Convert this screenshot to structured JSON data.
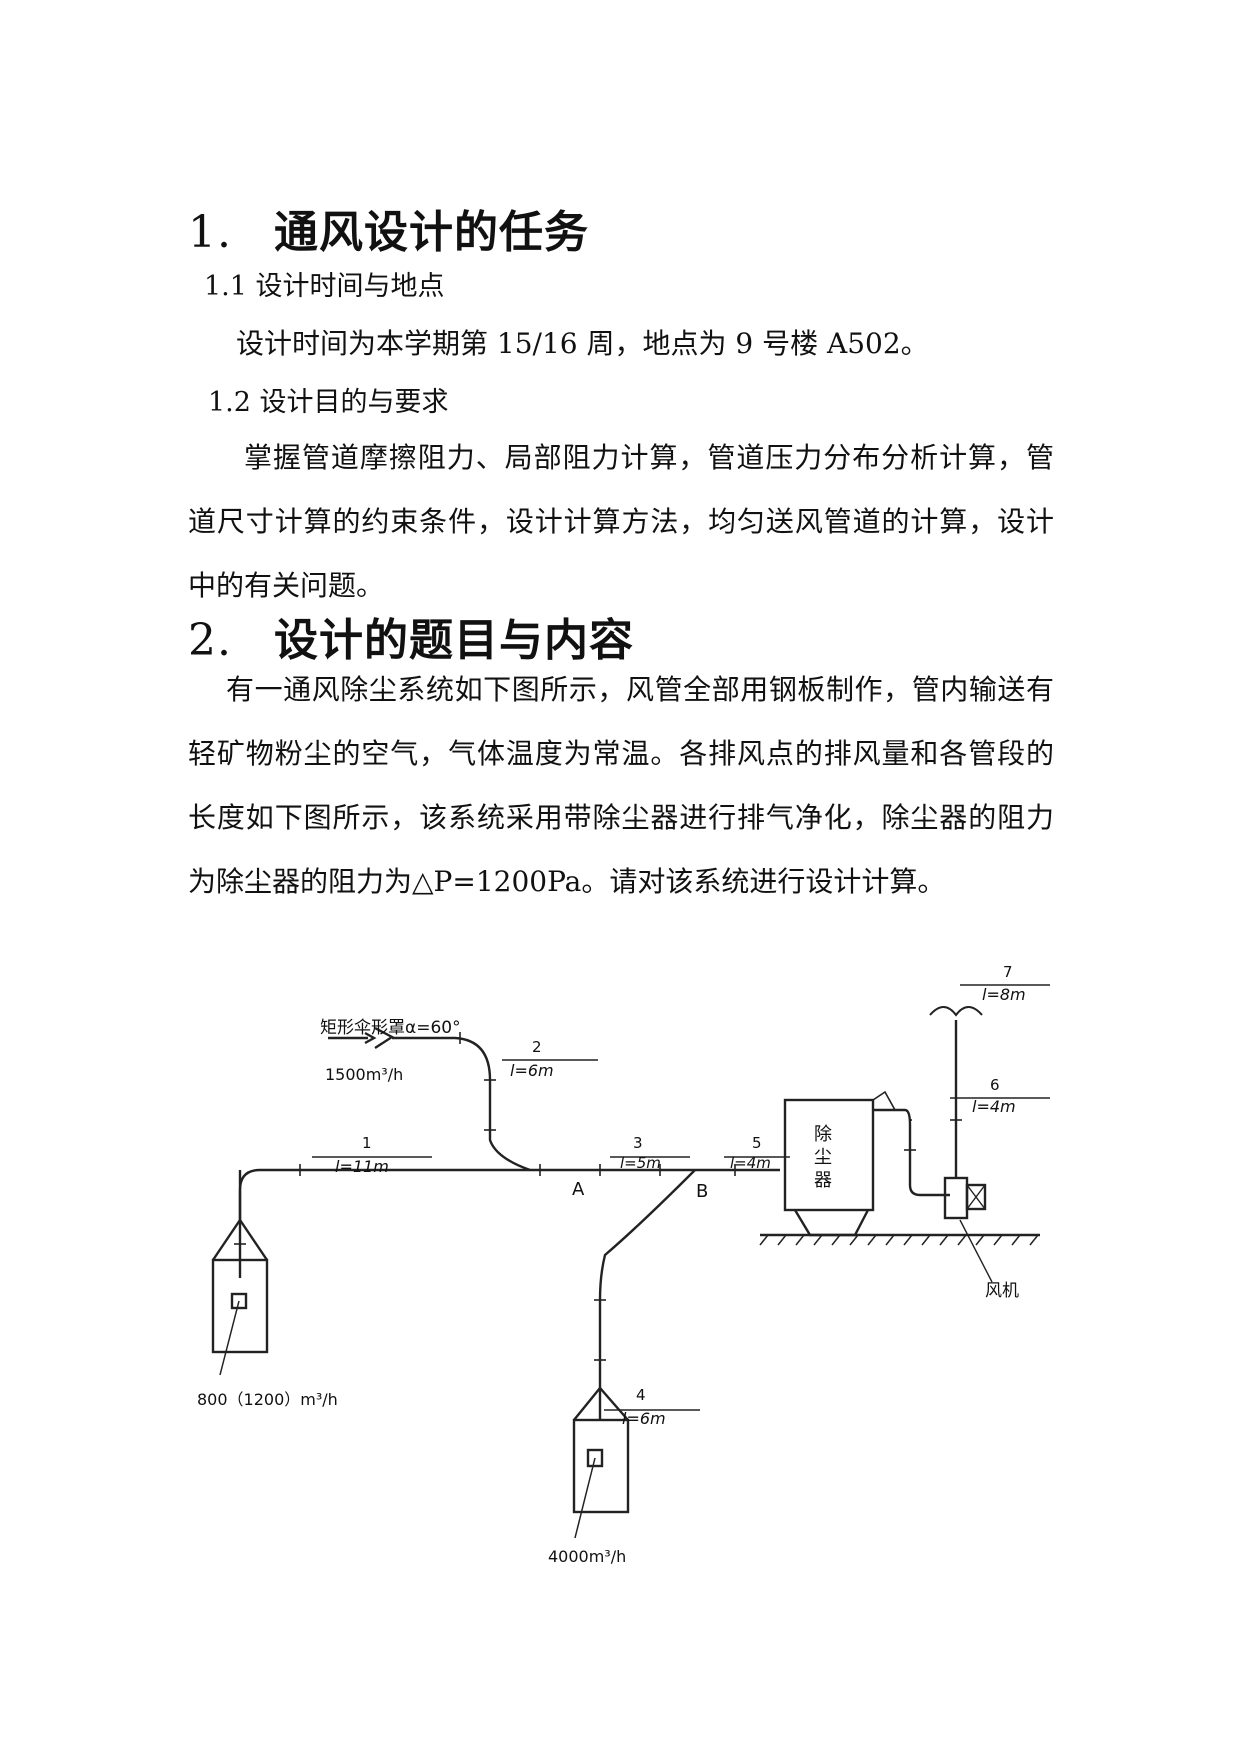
{
  "section1": {
    "number": "1.",
    "title": "通风设计的任务",
    "sub1": {
      "title": "1.1 设计时间与地点",
      "text": "设计时间为本学期第 15/16 周，地点为 9 号楼 A502。"
    },
    "sub2": {
      "title": "1.2 设计目的与要求",
      "text": "掌握管道摩擦阻力、局部阻力计算，管道压力分布分析计算，管道尺寸计算的约束条件，设计计算方法，均匀送风管道的计算，设计中的有关问题。"
    }
  },
  "section2": {
    "number": "2.",
    "title": "设计的题目与内容",
    "text": "有一通风除尘系统如下图所示，风管全部用钢板制作，管内输送有轻矿物粉尘的空气，气体温度为常温。各排风点的排风量和各管段的长度如下图所示，该系统采用带除尘器进行排气净化，除尘器的阻力为除尘器的阻力为△P=1200Pa。请对该系统进行设计计算。"
  },
  "diagram": {
    "hood_label": "矩形伞形罩α=60°",
    "flow_hood": "1500m³/h",
    "flow_left": "800（1200）m³/h",
    "flow_bottom": "4000m³/h",
    "dust_collector": [
      "除",
      "尘",
      "器"
    ],
    "fan_label": "风机",
    "node_a": "A",
    "node_b": "B",
    "segments": [
      {
        "id": "1",
        "length": "l=11m"
      },
      {
        "id": "2",
        "length": "l=6m"
      },
      {
        "id": "3",
        "length": "l=5m"
      },
      {
        "id": "4",
        "length": "l=6m"
      },
      {
        "id": "5",
        "length": "l=4m"
      },
      {
        "id": "6",
        "length": "l=4m"
      },
      {
        "id": "7",
        "length": "l=8m"
      }
    ]
  }
}
